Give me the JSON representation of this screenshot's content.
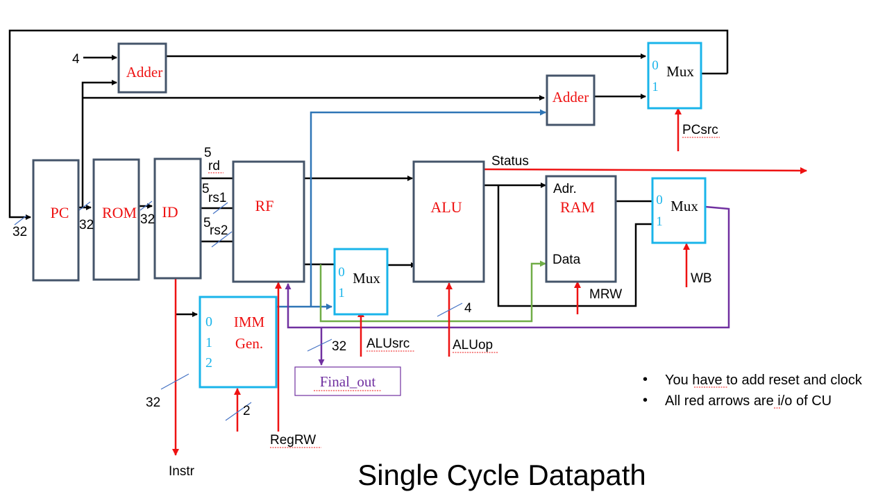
{
  "title": "Single Cycle Datapath",
  "notes": [
    "You have to add reset and clock",
    "All red arrows are i/o of CU"
  ],
  "colors": {
    "block_border": "#44546a",
    "mux_border": "#19b4ea",
    "block_label": "#ee1111",
    "control_red": "#ee1111",
    "bus_blue": "#2e75b6",
    "bus_green": "#70ad47",
    "bus_purple": "#7030a0"
  },
  "blocks": {
    "pc": "PC",
    "rom": "ROM",
    "id": "ID",
    "rf": "RF",
    "alu": "ALU",
    "ram": "RAM",
    "ram_adr": "Adr.",
    "ram_data": "Data",
    "adder1": "Adder",
    "adder2": "Adder",
    "imm_line1": "IMM",
    "imm_line2": "Gen.",
    "final_out": "Final_out"
  },
  "muxes": {
    "pc_mux": {
      "label": "Mux",
      "in0": "0",
      "in1": "1"
    },
    "alu_mux": {
      "label": "Mux",
      "in0": "0",
      "in1": "1"
    },
    "wb_mux": {
      "label": "Mux",
      "in0": "0",
      "in1": "1"
    },
    "imm_inputs": [
      "0",
      "1",
      "2"
    ]
  },
  "signals": {
    "pcsrc": "PCsrc",
    "status": "Status",
    "alusrc": "ALUsrc",
    "aluop": "ALUop",
    "mrw": "MRW",
    "wb": "WB",
    "regrw": "RegRW",
    "instr": "Instr",
    "rd": "rd",
    "rs1": "rs1",
    "rs2": "rs2"
  },
  "widths": {
    "adder_const": "4",
    "pc_in": "32",
    "pc_out": "32",
    "rom_out": "32",
    "rd": "5",
    "rs1": "5",
    "rs2": "5",
    "aluop": "4",
    "imm_out": "32",
    "instr": "32",
    "imm_sel": "2"
  }
}
